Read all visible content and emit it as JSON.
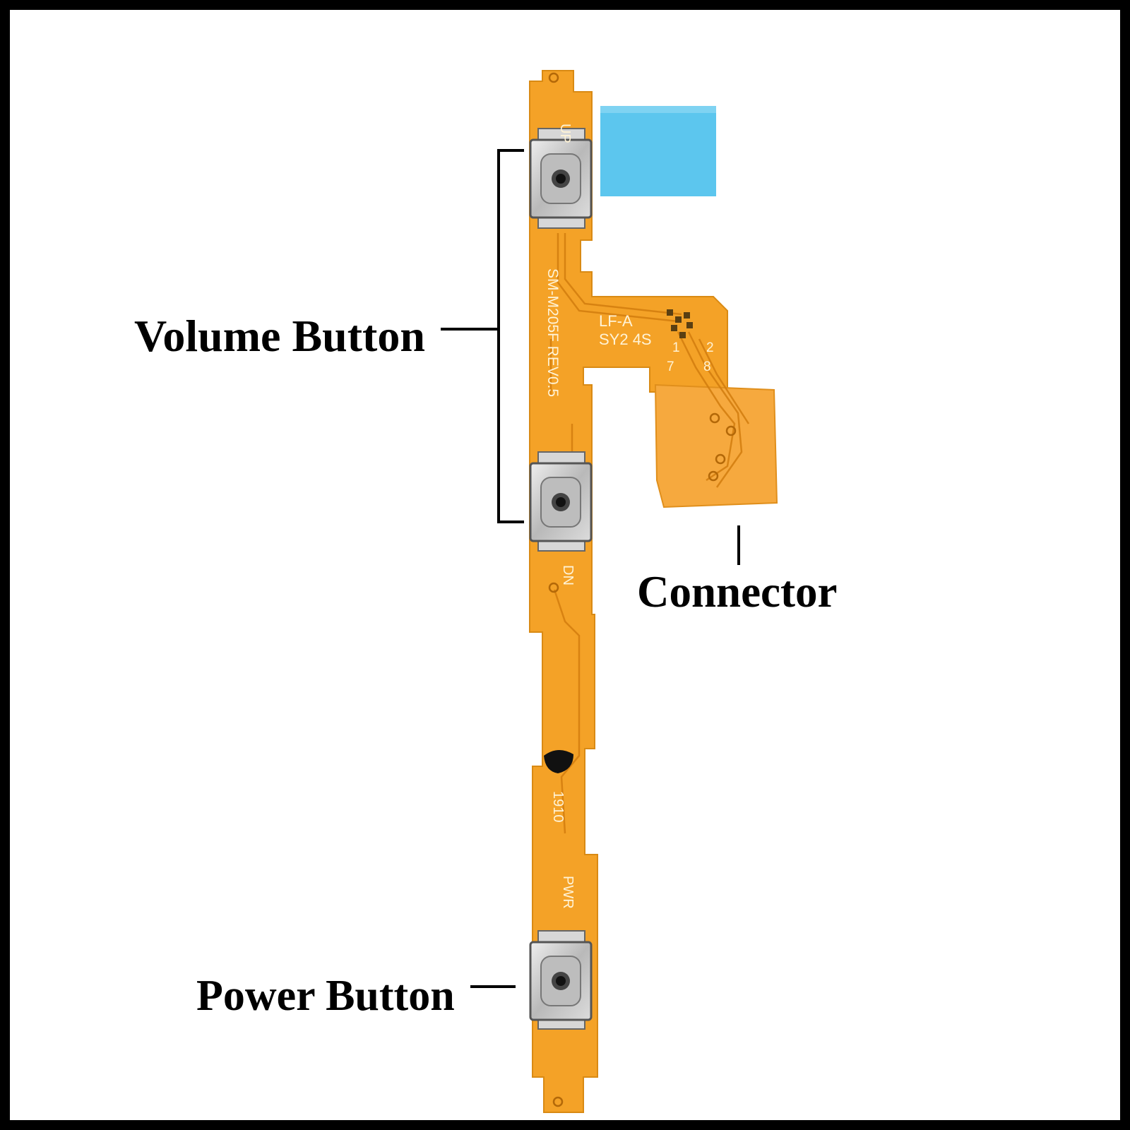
{
  "labels": {
    "volume": "Volume Button",
    "connector": "Connector",
    "power": "Power Button"
  },
  "pcb_markings": {
    "up": "UP",
    "dn": "DN",
    "pwr": "PWR",
    "model": "SM-M205F REV0.5",
    "code_1": "LF-A",
    "code_2": "SY2 4S",
    "pins": [
      "1",
      "7",
      "2",
      "8"
    ],
    "date": "1910"
  },
  "colors": {
    "flex_cable": "#f4a227",
    "flex_dark": "#d98a14",
    "connector_pad": "#f6a93e",
    "adhesive": "#5cc6ee",
    "button_metal": "#c9c9c9",
    "leader_line": "#000000"
  },
  "icons": {
    "button": "tactile-switch-icon"
  }
}
